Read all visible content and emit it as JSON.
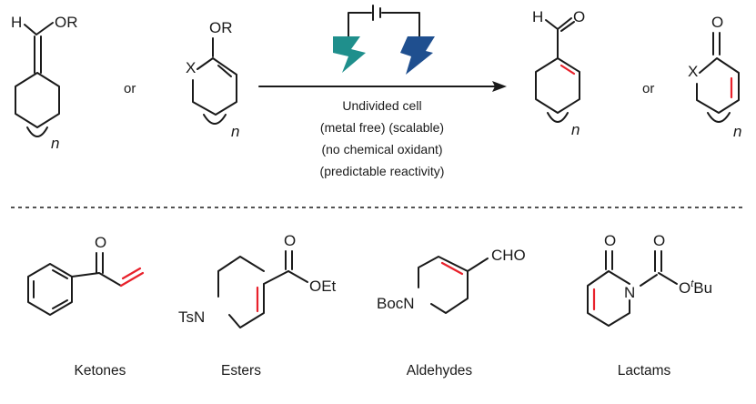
{
  "top": {
    "substrate1": {
      "H": "H",
      "OR": "OR",
      "n": "n"
    },
    "or1": "or",
    "substrate2": {
      "OR": "OR",
      "X": "X",
      "n": "n"
    },
    "conditions": [
      "Undivided cell",
      "(metal free) (scalable)",
      "(no chemical oxidant)",
      "(predictable reactivity)"
    ],
    "product1": {
      "H": "H",
      "O": "O",
      "n": "n"
    },
    "or2": "or",
    "product2": {
      "O": "O",
      "X": "X",
      "n": "n"
    }
  },
  "bottom": {
    "ketone": {
      "O": "O",
      "label": "Ketones"
    },
    "ester": {
      "O": "O",
      "OEt": "OEt",
      "TsN": "TsN",
      "label": "Esters"
    },
    "aldehyde": {
      "CHO": "CHO",
      "BocN": "BocN",
      "label": "Aldehydes"
    },
    "lactam": {
      "O1": "O",
      "O2": "O",
      "N": "N",
      "OtBu_prefix": "O",
      "OtBu_sup": "t",
      "OtBu_suffix": "Bu",
      "label": "Lactams"
    }
  },
  "colors": {
    "highlight": "#e8212b",
    "electrode_left": "#1f8f8c",
    "electrode_right": "#1f4f8f",
    "ink": "#1a1a1a"
  }
}
